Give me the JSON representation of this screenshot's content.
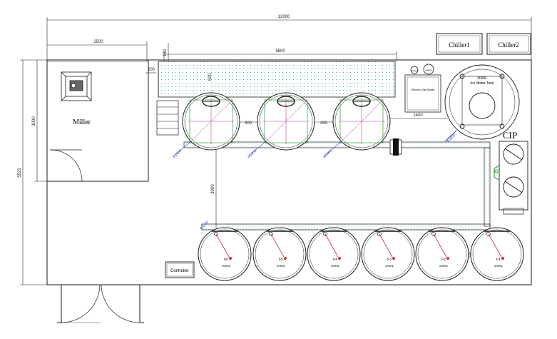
{
  "dimensions": {
    "total_width": "12000",
    "miller_room_width": "2500",
    "top_offset": "150",
    "platform_length": "5800",
    "left_gap": "200",
    "tank_depth": "600",
    "miller_room_height": "3000",
    "total_height": "5520",
    "tank_spacing_1": "400",
    "tank_spacing_2": "400",
    "passage_width": "3000",
    "cip_offset": "1400",
    "fermenter_gap": "60"
  },
  "rooms": {
    "miller_label": "Miller",
    "cip_label": "CIP",
    "controller_label": "Controller"
  },
  "equipment": {
    "chiller1": "Chiller1",
    "chiller2": "Chiller2",
    "ice_water_tank": "Ice Water Tank",
    "ice_water_capacity": "3000L",
    "electric_boiler": "Electric Gas Boiler",
    "gauge_1": "Gauge",
    "gauge_2": "Gauge"
  },
  "brewhouse_tanks": [
    {
      "diameter": "Φ1400"
    },
    {
      "diameter": "Φ1400"
    },
    {
      "diameter": "Φ1400"
    }
  ],
  "fermenters": [
    {
      "code": "F6",
      "capacity": "1000L"
    },
    {
      "code": "F5",
      "capacity": "1000L"
    },
    {
      "code": "F4",
      "capacity": "1000L"
    },
    {
      "code": "F3",
      "capacity": "1000L"
    },
    {
      "code": "F2",
      "capacity": "1000L"
    },
    {
      "code": "F1",
      "capacity": "1000L"
    }
  ],
  "fermenter_diameter": "Φ1200",
  "ice_tank_diameter": "Φ1600",
  "colors": {
    "line": "#1a1a1a",
    "dimension": "#222222",
    "green": "#2f9e2f",
    "red": "#d0303a",
    "cyan": "#3aa8b8",
    "magenta": "#c0389a",
    "blue": "#2a40c8"
  }
}
